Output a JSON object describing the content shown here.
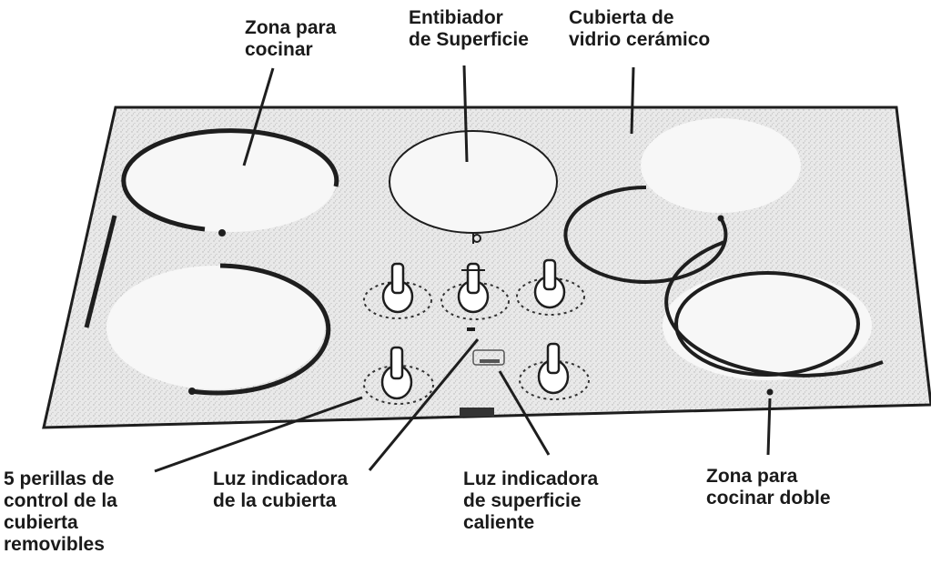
{
  "labels": {
    "zona_cocinar": [
      "Zona para",
      "cocinar"
    ],
    "entibiador": [
      "Entibiador",
      "de Superficie"
    ],
    "cubierta_vidrio": [
      "Cubierta de",
      "vidrio cerámico"
    ],
    "perillas": [
      "5 perillas de",
      "control de la",
      "cubierta",
      "removibles"
    ],
    "luz_cubierta": [
      "Luz indicadora",
      "de la cubierta"
    ],
    "luz_superficie": [
      "Luz indicadora",
      "de superficie",
      "caliente"
    ],
    "zona_doble": [
      "Zona para",
      "cocinar doble"
    ]
  },
  "colors": {
    "surface": "#e6e6e6",
    "line": "#1e1e1e",
    "zone_fill": "#f7f7f7"
  }
}
